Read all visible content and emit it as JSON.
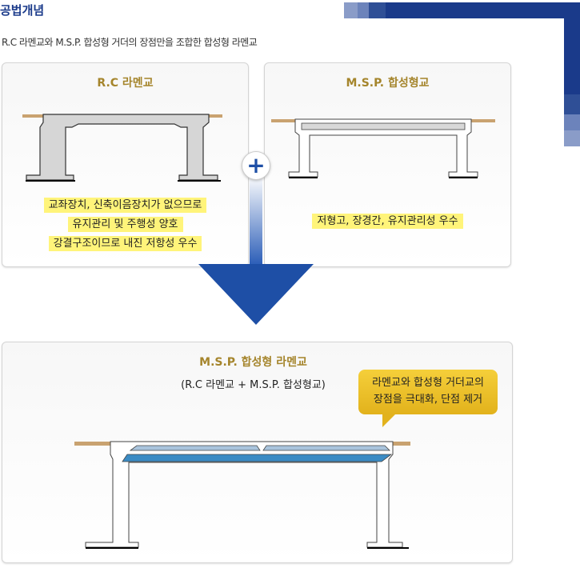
{
  "header": {
    "title": "공법개념",
    "subtitle": "R.C 라멘교와 M.S.P. 합성형 거더의 장점만을 조합한 합성형 라멘교"
  },
  "panel_rc": {
    "title": "R.C 라멘교",
    "lines": [
      "교좌장치, 신축이음장치가 없으므로",
      "유지관리 및 주행성 양호",
      "강결구조이므로 내진 저항성 우수"
    ]
  },
  "panel_msp": {
    "title": "M.S.P. 합성형교",
    "lines": [
      "저형고, 장경간, 유지관리성 우수"
    ]
  },
  "panel_result": {
    "title": "M.S.P. 합성형 라멘교",
    "subtitle": "(R.C 라멘교 + M.S.P. 합성형교)",
    "bubble": [
      "라멘교와 합성형 거더교의",
      "장점을 극대화, 단점 제거"
    ]
  },
  "colors": {
    "navy": "#1a3a8a",
    "gold": "#a5852c",
    "highlight": "#fff47a",
    "bubble": "#e8b820"
  }
}
